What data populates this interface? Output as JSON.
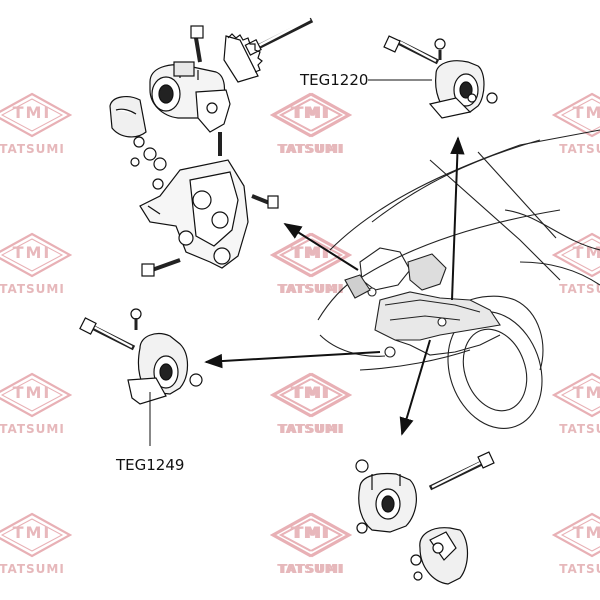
{
  "watermark": {
    "logo_text": "TMI",
    "brand_text": "TATSUMI",
    "color": "#e8b0b5"
  },
  "callouts": [
    {
      "id": "TEG1220",
      "text": "TEG1220"
    },
    {
      "id": "TEG1249",
      "text": "TEG1249"
    }
  ],
  "diagram": {
    "line_color": "#111111",
    "arrow_color": "#111111",
    "parts": [
      "upper-engine-mount-assembly",
      "engine-mount-teg1220",
      "transmission-mount-teg1249",
      "lower-engine-mount-assembly",
      "vehicle-front-view"
    ]
  }
}
